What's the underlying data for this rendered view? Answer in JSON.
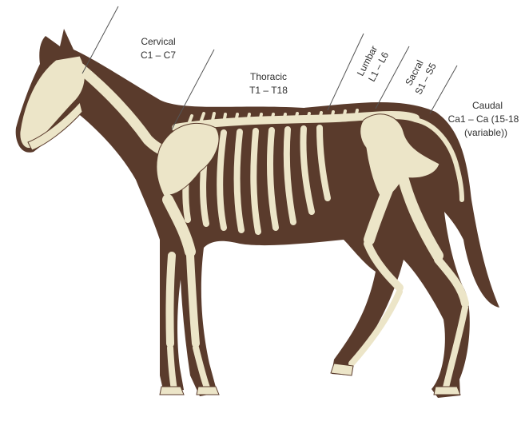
{
  "colors": {
    "body": "#5a3b2c",
    "bone": "#ece5c8",
    "text": "#2f2f2f",
    "background": "#ffffff"
  },
  "labels": {
    "cervical": {
      "name": "Cervical",
      "range": "C1 – C7"
    },
    "thoracic": {
      "name": "Thoracic",
      "range": "T1 – T18"
    },
    "lumbar": {
      "name": "Lumbar",
      "range": "L1 – L6"
    },
    "sacral": {
      "name": "Sacral",
      "range": "S1 – S5"
    },
    "caudal": {
      "name": "Caudal",
      "range": "Ca1 – Ca (15-18",
      "note": "(variable))"
    }
  }
}
